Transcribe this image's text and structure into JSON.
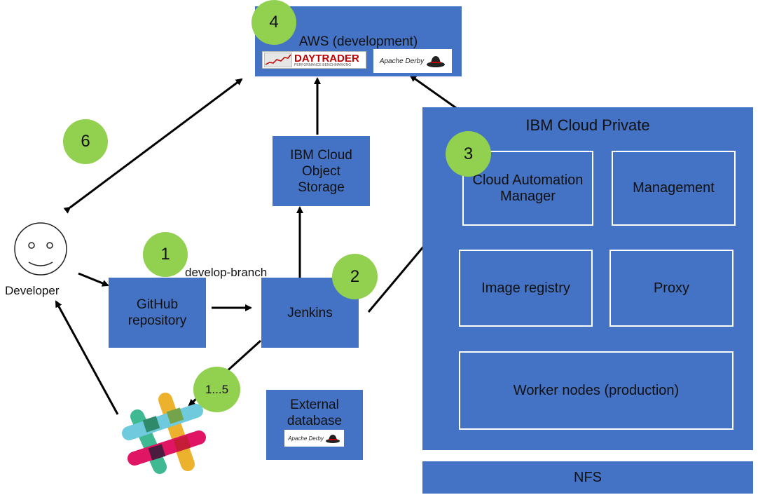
{
  "aws": {
    "title": "AWS (development)"
  },
  "daytrader_logo": {
    "name": "DAYTRADER",
    "tagline": "PERFORMANCE BENCHMARKING"
  },
  "derby_logo": {
    "text": "Apache Derby"
  },
  "icp": {
    "title": "IBM Cloud Private",
    "cam": "Cloud Automation Manager",
    "management": "Management",
    "registry": "Image registry",
    "proxy": "Proxy",
    "workers": "Worker nodes (production)"
  },
  "nfs": "NFS",
  "object_storage": "IBM Cloud Object Storage",
  "github": "GitHub repository",
  "jenkins": "Jenkins",
  "external_db": "External database",
  "developer": "Developer",
  "branch_label": "develop-branch",
  "badges": {
    "b1": "1",
    "b2": "2",
    "b3": "3",
    "b4": "4",
    "b6": "6",
    "b15": "1...5"
  },
  "colors": {
    "box": "#4472c4",
    "badge": "#92d050",
    "arrow": "#000000"
  }
}
